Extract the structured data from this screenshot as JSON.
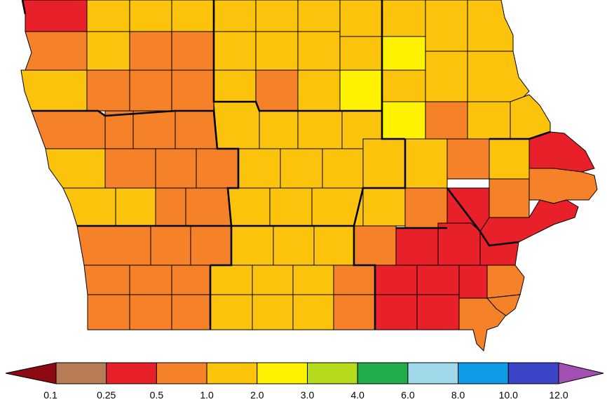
{
  "colors": {
    "dark_red": "#8b0a14",
    "brown": "#b77b56",
    "red": "#e8202a",
    "orange": "#f58129",
    "gold": "#fcc30d",
    "yellow": "#fff200",
    "lime": "#b5db1c",
    "green": "#21ad4a",
    "light_blue": "#9fd9ea",
    "blue": "#0f9ce6",
    "indigo": "#3c44c7",
    "purple": "#a350b4",
    "county_border": "#000000",
    "background": "#ffffff"
  },
  "legend": {
    "ticks": [
      "0.1",
      "0.25",
      "0.5",
      "1.0",
      "2.0",
      "3.0",
      "4.0",
      "6.0",
      "8.0",
      "10.0",
      "12.0"
    ],
    "bins": [
      {
        "from": "0.1",
        "to": "0.25",
        "color_key": "brown"
      },
      {
        "from": "0.25",
        "to": "0.5",
        "color_key": "red"
      },
      {
        "from": "0.5",
        "to": "1.0",
        "color_key": "orange"
      },
      {
        "from": "1.0",
        "to": "2.0",
        "color_key": "gold"
      },
      {
        "from": "2.0",
        "to": "3.0",
        "color_key": "yellow"
      },
      {
        "from": "3.0",
        "to": "4.0",
        "color_key": "lime"
      },
      {
        "from": "4.0",
        "to": "6.0",
        "color_key": "green"
      },
      {
        "from": "6.0",
        "to": "8.0",
        "color_key": "light_blue"
      },
      {
        "from": "8.0",
        "to": "10.0",
        "color_key": "blue"
      },
      {
        "from": "10.0",
        "to": "12.0",
        "color_key": "indigo"
      }
    ],
    "below_arrow_color_key": "dark_red",
    "above_arrow_color_key": "purple"
  },
  "map_regions": {
    "description_free": true,
    "classes_present": [
      "red",
      "orange",
      "gold",
      "yellow"
    ]
  }
}
